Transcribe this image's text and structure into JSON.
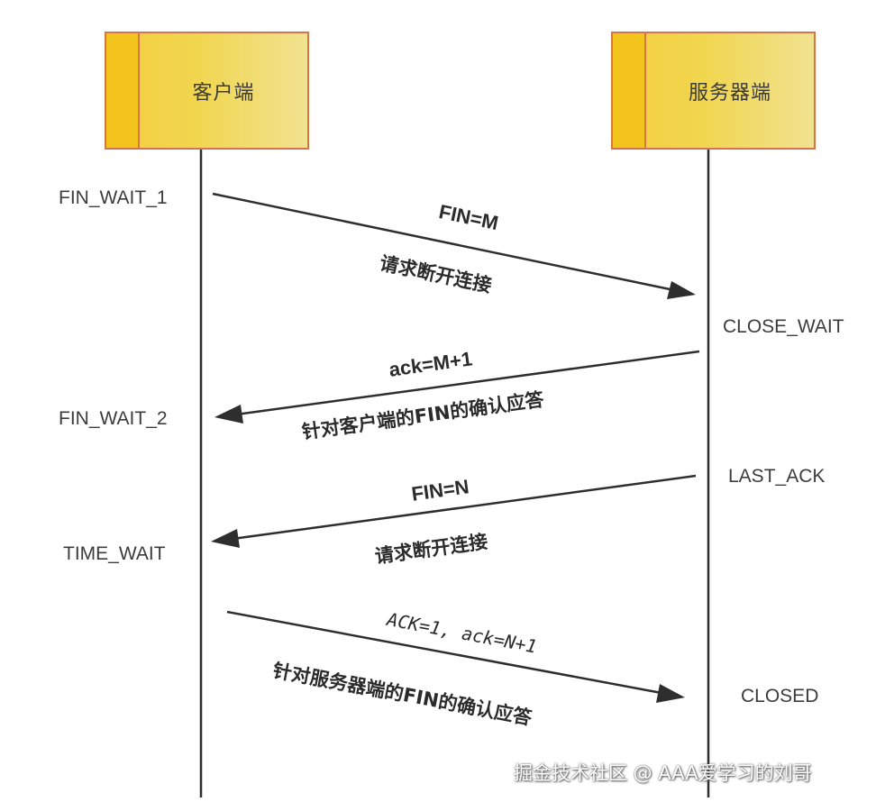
{
  "actors": {
    "client": "客户端",
    "server": "服务器端"
  },
  "states": {
    "client": [
      "FIN_WAIT_1",
      "FIN_WAIT_2",
      "TIME_WAIT"
    ],
    "server": [
      "CLOSE_WAIT",
      "LAST_ACK",
      "CLOSED"
    ]
  },
  "messages": [
    {
      "direction": "client-to-server",
      "top": "FIN=M",
      "bottom": "请求断开连接"
    },
    {
      "direction": "server-to-client",
      "top": "ack=M+1",
      "bottom": "针对客户端的FIN的确认应答"
    },
    {
      "direction": "server-to-client",
      "top": "FIN=N",
      "bottom": "请求断开连接"
    },
    {
      "direction": "client-to-server",
      "top": "ACK=1, ack=N+1",
      "bottom": "针对服务器端的FIN的确认应答"
    }
  ],
  "colors": {
    "box_border": "#d4764a",
    "box_fill": "#f1d64f",
    "stripe": "#f3c51c",
    "line": "#2e2e2e"
  },
  "watermark": "掘金技术社区 @ AAA爱学习的刘哥"
}
